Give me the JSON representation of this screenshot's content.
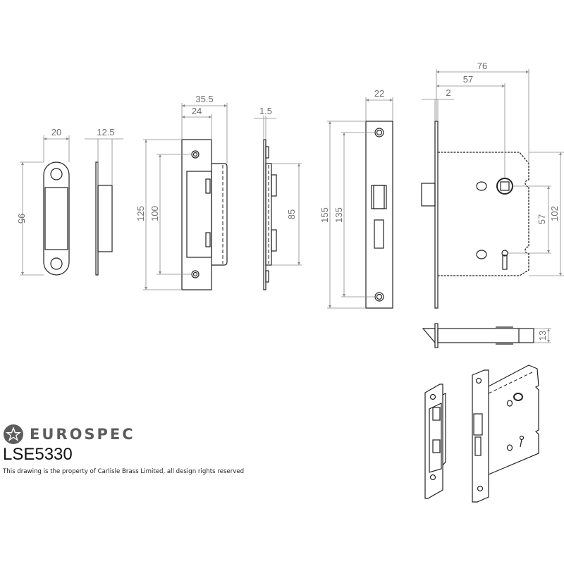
{
  "brand": {
    "name": "EUROSPEC",
    "logo_icon": "star-in-circle-icon",
    "model": "LSE5330",
    "notice": "This drawing is the property of Carlisle Brass Limited, all design rights reserved"
  },
  "views": {
    "flat_strike_front": {
      "width": "20",
      "height": "95"
    },
    "flat_strike_side": {
      "depth": "12.5"
    },
    "box_strike_front": {
      "overall_width": "35.5",
      "plate_width": "24",
      "plate_height": "125",
      "fixing_centres": "100"
    },
    "box_strike_side": {
      "thickness": "1.5",
      "box_height": "85"
    },
    "forend_front": {
      "width": "22",
      "height": "155",
      "fixing_centres": "135"
    },
    "lock_body_side": {
      "overall_depth": "76",
      "backset": "57",
      "forend_thickness": "2",
      "centres": "57",
      "case_height": "102"
    },
    "lock_body_top": {
      "thickness": "13"
    },
    "isometric": {
      "label": "isometric-view"
    }
  },
  "colors": {
    "line": "#222222",
    "dimension": "#8a8a8a",
    "dimension_text": "#6e6e6e",
    "brand_text": "#5c5c5c"
  }
}
